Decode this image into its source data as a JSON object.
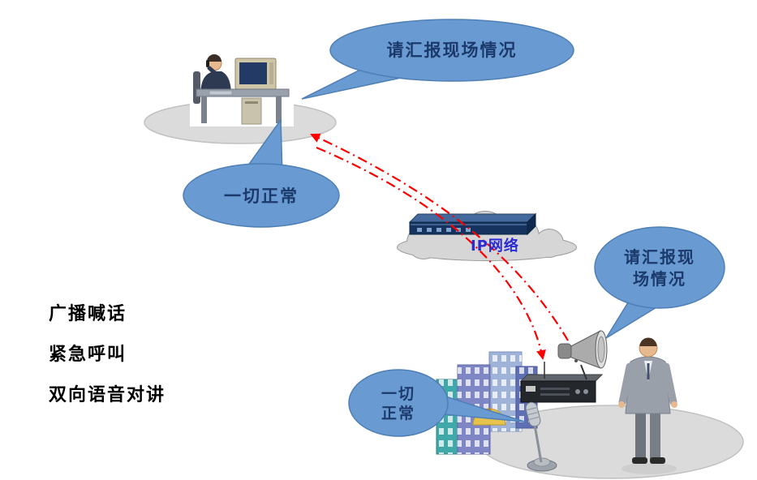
{
  "features": {
    "items": [
      {
        "label": "广播喊话"
      },
      {
        "label": "紧急呼叫"
      },
      {
        "label": "双向语音对讲"
      }
    ]
  },
  "network": {
    "cloud_label": "IP网络"
  },
  "bubbles": {
    "operator_request": {
      "text": "请汇报现场情况"
    },
    "operator_reply": {
      "text": "一切正常"
    },
    "field_request": {
      "line1": "请汇报现",
      "line2": "场情况"
    },
    "field_reply": {
      "line1": "一切",
      "line2": "正常"
    }
  },
  "colors": {
    "bubble_fill": "#699BD2",
    "bubble_border": "#4E7FB5",
    "bubble_text": "#1B3A6B",
    "arrow": "#FF0000",
    "cloud_label": "#2B2BD5",
    "feature_text": "#000000"
  }
}
